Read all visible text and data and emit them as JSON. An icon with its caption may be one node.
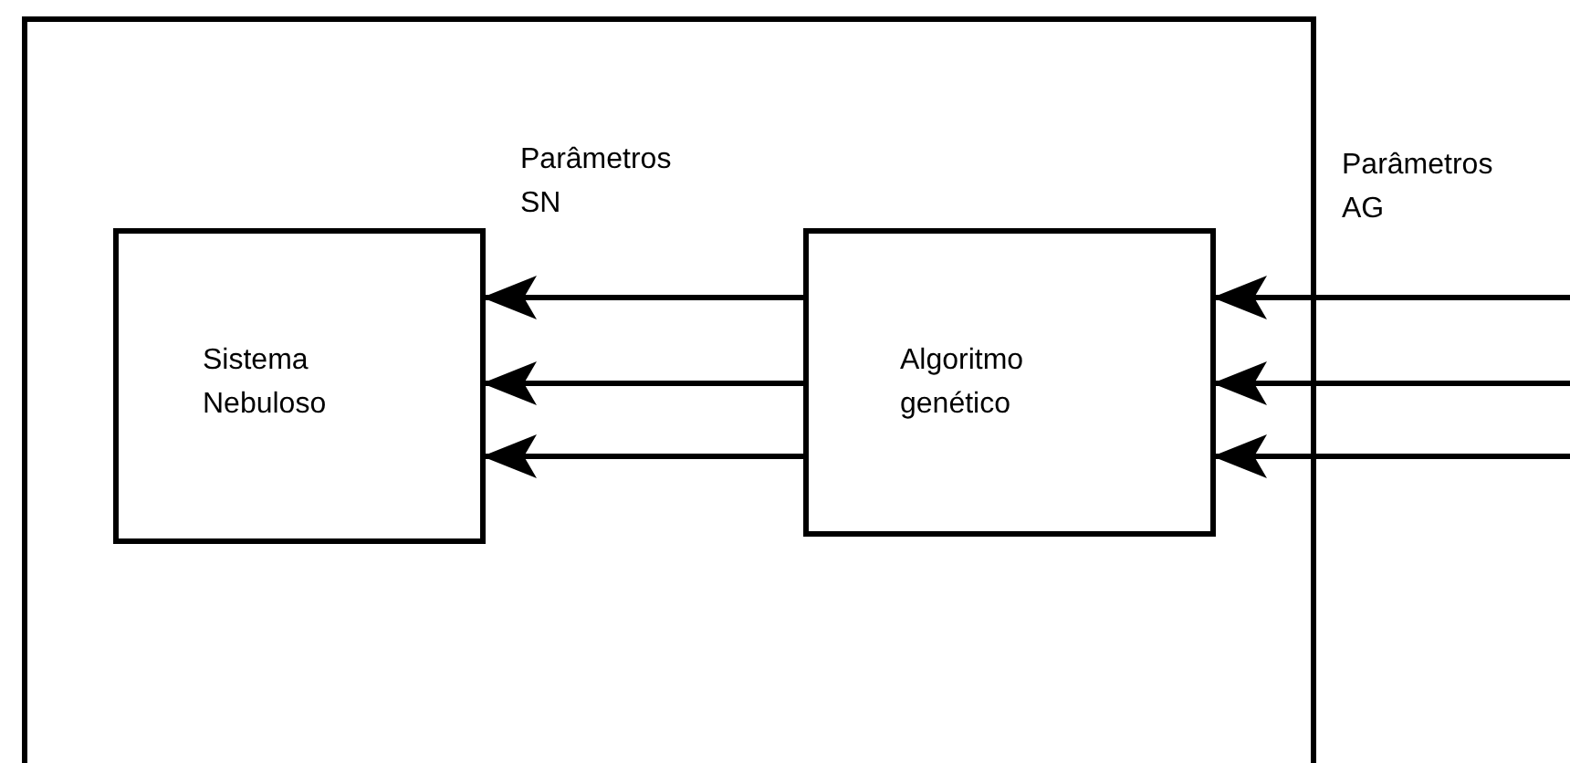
{
  "diagram": {
    "nodes": [
      {
        "text": [],
        "shape": "box"
      },
      {
        "text": [
          "Sistema Nebuloso"
        ],
        "in": 0
      },
      {
        "text": [
          "Algoritmo genético"
        ],
        "in": 0
      }
    ],
    "edges": [
      {
        "from": 2,
        "to": 1,
        "arrow": "to"
      },
      {
        "from": 2,
        "to": 1,
        "arrow": "to"
      },
      {
        "from": 2,
        "to": 1,
        "arrow": "to"
      },
      {
        "from": null,
        "to": 2,
        "arrow": "to"
      },
      {
        "from": null,
        "to": 2,
        "arrow": "to"
      },
      {
        "from": null,
        "to": 2,
        "arrow": "to"
      }
    ],
    "labels": [
      "Parâmetros SN",
      "Parâmetros AG"
    ]
  }
}
